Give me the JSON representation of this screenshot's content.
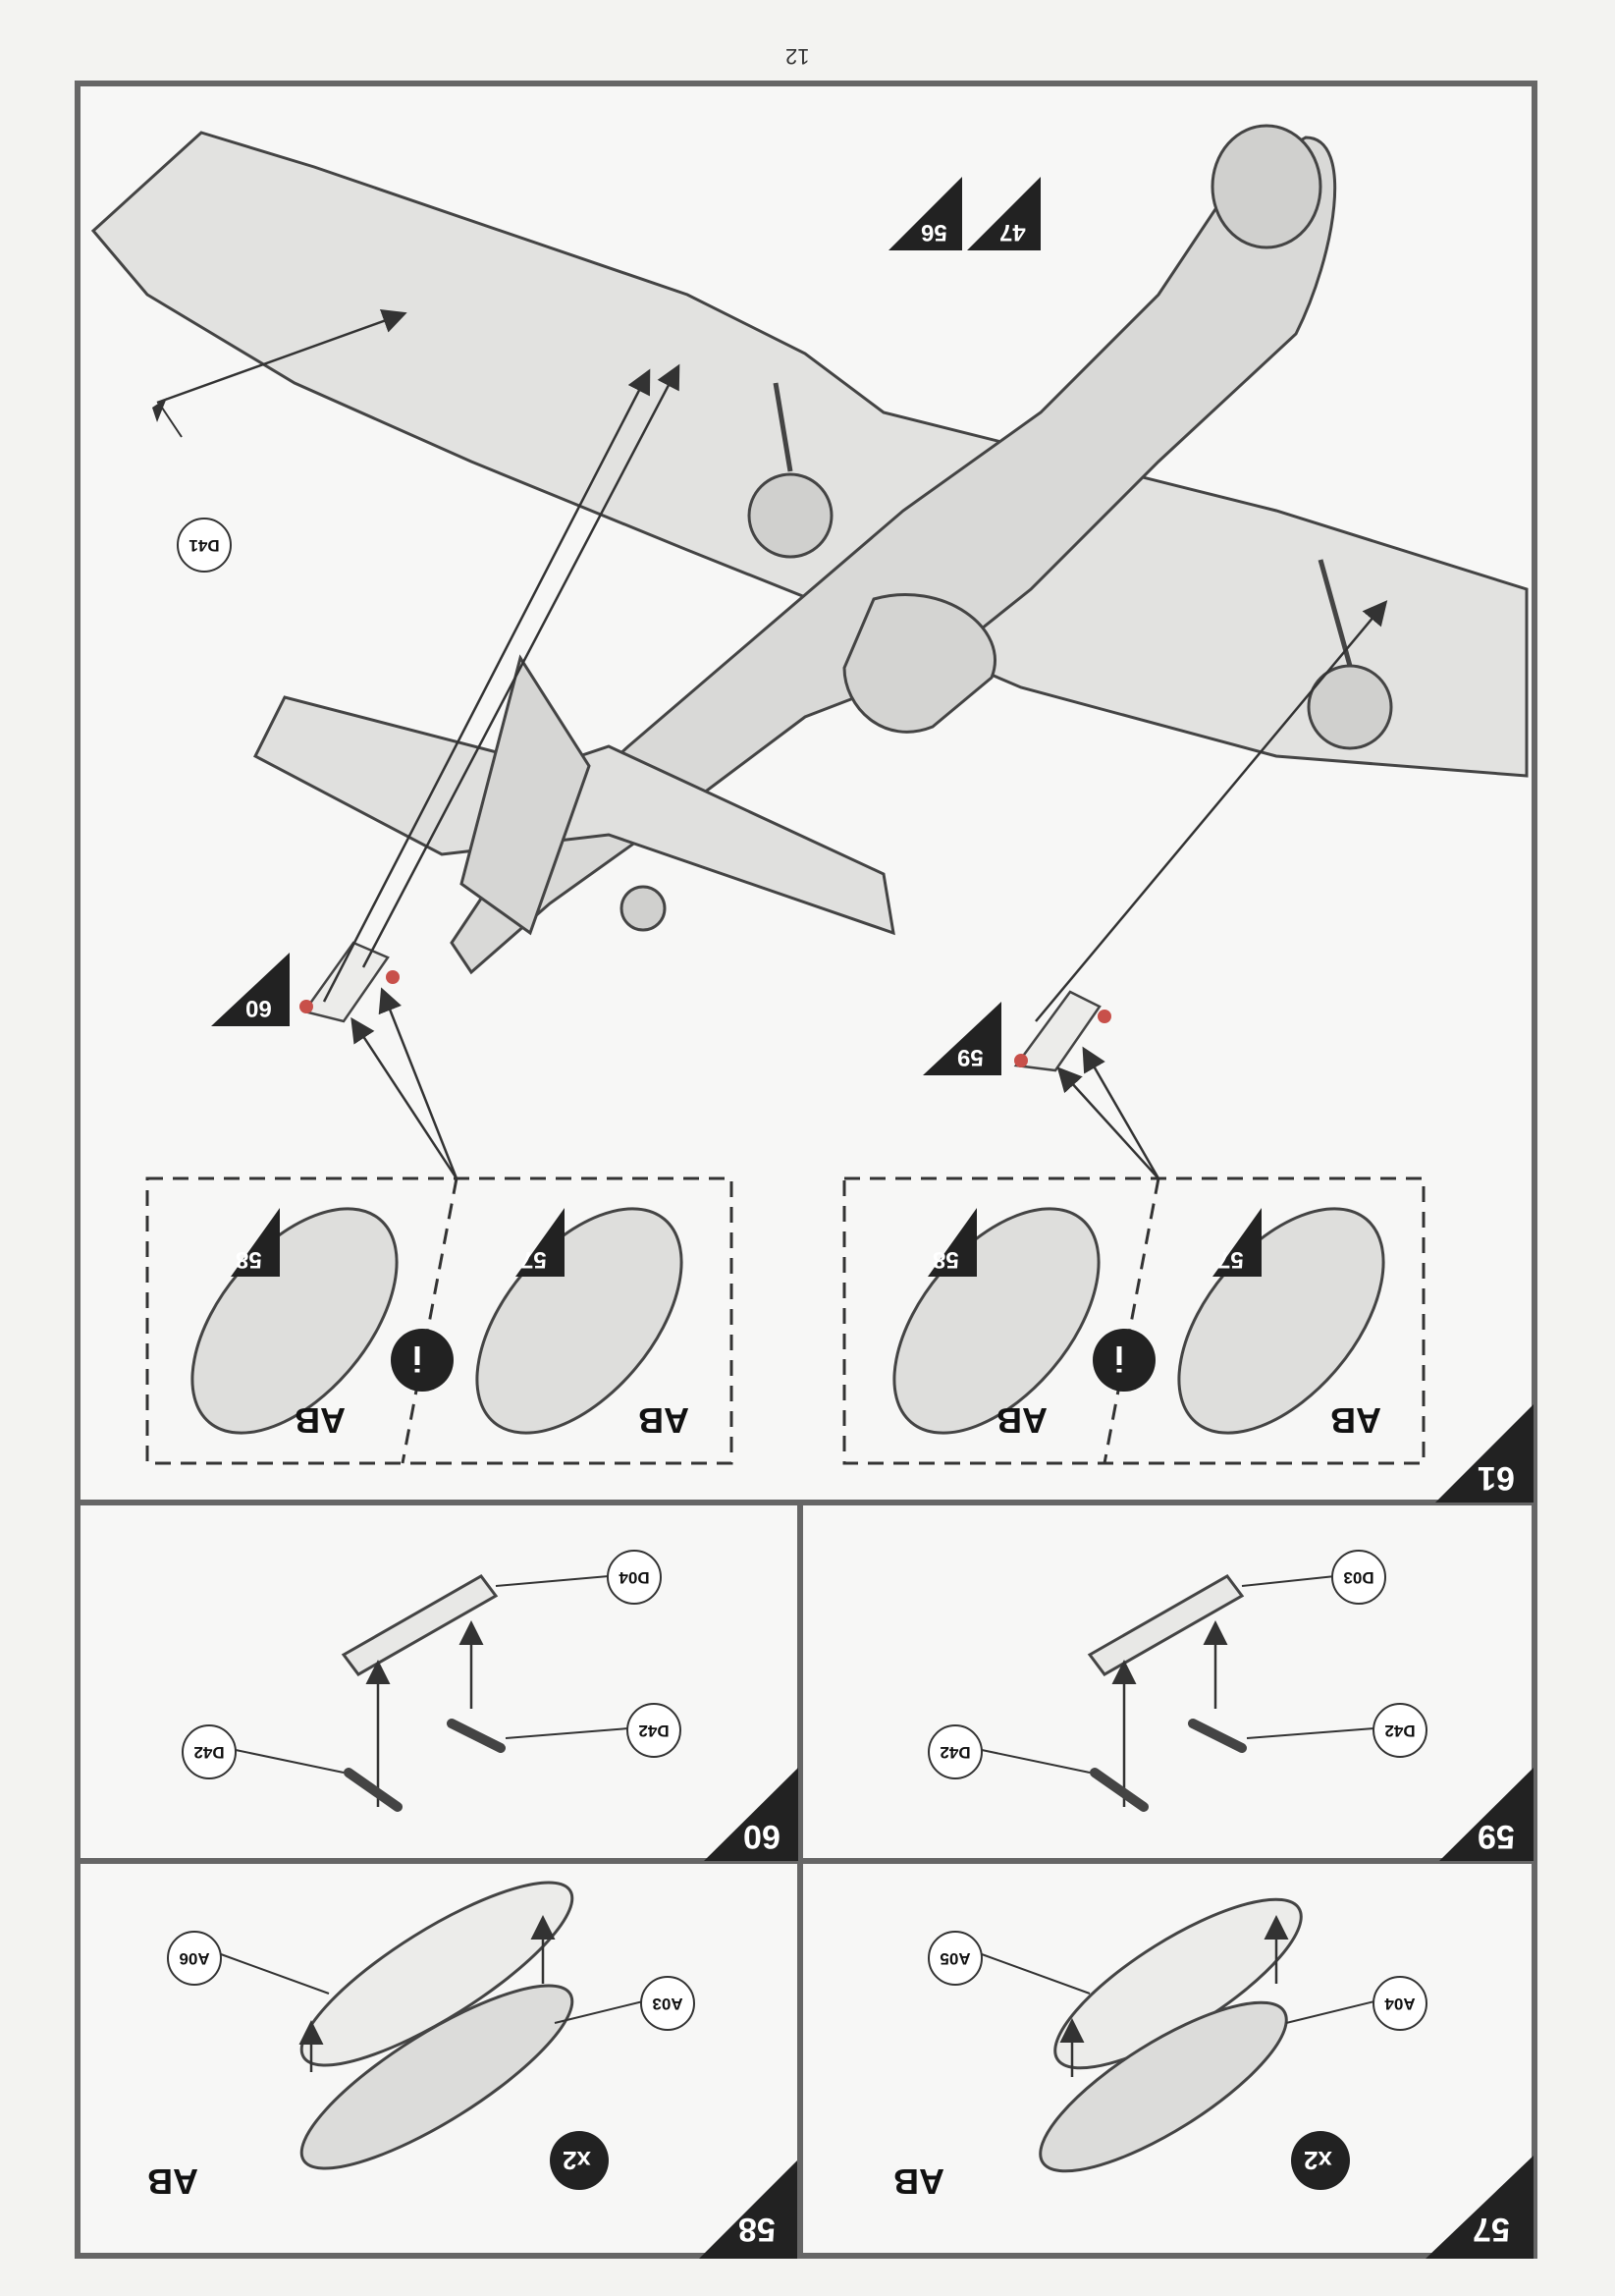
{
  "page": {
    "number": "12"
  },
  "main_step": {
    "number": "61",
    "aircraft_refs": {
      "left_wing_ref": "47",
      "left_wing_ref2": "56"
    },
    "sub_refs": {
      "left_assembly": "60",
      "right_assembly": "59"
    },
    "part_callout": "D41",
    "option_boxes": [
      {
        "label_left": "AB",
        "label_right": "AB",
        "ref_left": "58",
        "ref_right": "57",
        "note_icon": "info-icon"
      },
      {
        "label_left": "AB",
        "label_right": "AB",
        "ref_left": "58",
        "ref_right": "57",
        "note_icon": "info-icon"
      }
    ]
  },
  "steps": [
    {
      "number": "59",
      "parts": [
        "D03",
        "D42",
        "D42"
      ]
    },
    {
      "number": "60",
      "parts": [
        "D04",
        "D42",
        "D42"
      ]
    },
    {
      "number": "57",
      "multiplier": "x2",
      "label": "AB",
      "parts": [
        "A04",
        "A05"
      ]
    },
    {
      "number": "58",
      "multiplier": "x2",
      "label": "AB",
      "parts": [
        "A03",
        "A06"
      ]
    }
  ],
  "colors": {
    "frame": "#666666",
    "highlight_part": "#c8504a",
    "badge": "#222222"
  }
}
